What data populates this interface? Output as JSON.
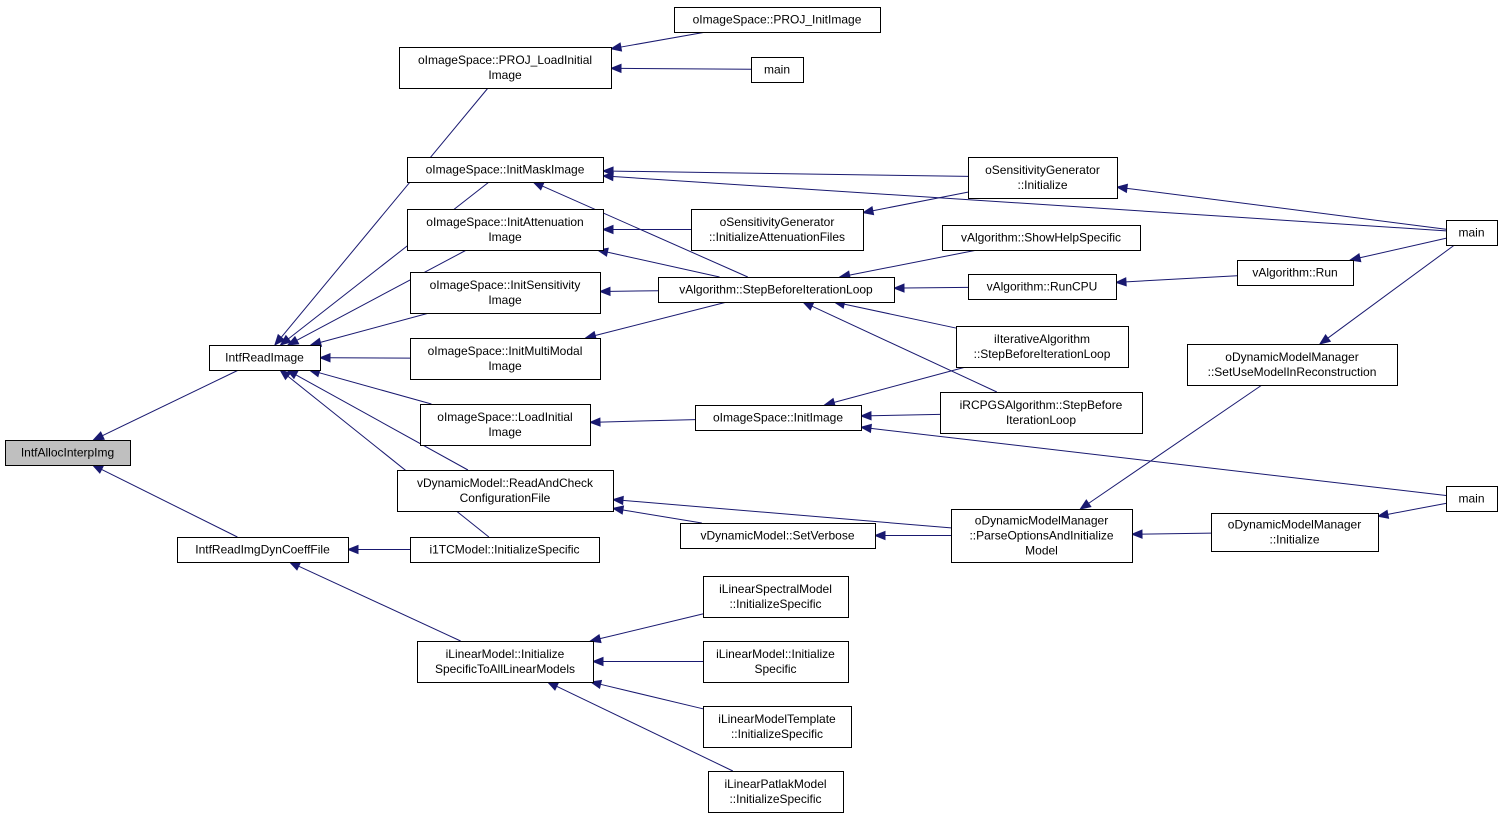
{
  "colors": {
    "edge": "#191970",
    "root_fill": "#bfbfbf",
    "node_fill": "#ffffff",
    "node_border": "#000000"
  },
  "nodes": [
    {
      "id": "n0",
      "name": "node-intfallocinterpimg",
      "lines": [
        "IntfAllocInterpImg"
      ],
      "root": true
    },
    {
      "id": "n1",
      "name": "node-intfreadimage",
      "lines": [
        "IntfReadImage"
      ]
    },
    {
      "id": "n2",
      "name": "node-intfreadimgdyncoefffile",
      "lines": [
        "IntfReadImgDynCoeffFile"
      ]
    },
    {
      "id": "n3",
      "name": "node-oimagespace-proj-loadinitialimage",
      "lines": [
        "oImageSpace::PROJ_LoadInitial",
        "Image"
      ]
    },
    {
      "id": "n4",
      "name": "node-oimagespace-initmaskimage",
      "lines": [
        "oImageSpace::InitMaskImage"
      ]
    },
    {
      "id": "n5",
      "name": "node-oimagespace-initattenuationimage",
      "lines": [
        "oImageSpace::InitAttenuation",
        "Image"
      ]
    },
    {
      "id": "n6",
      "name": "node-oimagespace-initsensitivityimage",
      "lines": [
        "oImageSpace::InitSensitivity",
        "Image"
      ]
    },
    {
      "id": "n7",
      "name": "node-oimagespace-initmultimodalimage",
      "lines": [
        "oImageSpace::InitMultiModal",
        "Image"
      ]
    },
    {
      "id": "n8",
      "name": "node-oimagespace-loadinitialimage",
      "lines": [
        "oImageSpace::LoadInitial",
        "Image"
      ]
    },
    {
      "id": "n9",
      "name": "node-vdynamicmodel-readandcheckconfigurationfile",
      "lines": [
        "vDynamicModel::ReadAndCheck",
        "ConfigurationFile"
      ]
    },
    {
      "id": "n10",
      "name": "node-i1tcmodel-initializespecific",
      "lines": [
        "i1TCModel::InitializeSpecific"
      ]
    },
    {
      "id": "n11",
      "name": "node-ilinearmodel-initializespecifictoalllinearmodels",
      "lines": [
        "iLinearModel::Initialize",
        "SpecificToAllLinearModels"
      ]
    },
    {
      "id": "n12",
      "name": "node-oimagespace-proj-initimage",
      "lines": [
        "oImageSpace::PROJ_InitImage"
      ]
    },
    {
      "id": "n13",
      "name": "node-main-1",
      "lines": [
        "main"
      ]
    },
    {
      "id": "n14",
      "name": "node-osensitivitygenerator-initializeattenuationfiles",
      "lines": [
        "oSensitivityGenerator",
        "::InitializeAttenuationFiles"
      ]
    },
    {
      "id": "n15",
      "name": "node-valgorithm-stepbeforeiterationloop",
      "lines": [
        "vAlgorithm::StepBeforeIterationLoop"
      ]
    },
    {
      "id": "n16",
      "name": "node-oimagespace-initimage",
      "lines": [
        "oImageSpace::InitImage"
      ]
    },
    {
      "id": "n17",
      "name": "node-vdynamicmodel-setverbose",
      "lines": [
        "vDynamicModel::SetVerbose"
      ]
    },
    {
      "id": "n18",
      "name": "node-ilinearspectralmodel-initializespecific",
      "lines": [
        "iLinearSpectralModel",
        "::InitializeSpecific"
      ]
    },
    {
      "id": "n19",
      "name": "node-ilinearmodel-initializespecific",
      "lines": [
        "iLinearModel::Initialize",
        "Specific"
      ]
    },
    {
      "id": "n20",
      "name": "node-ilinearmodeltemplate-initializespecific",
      "lines": [
        "iLinearModelTemplate",
        "::InitializeSpecific"
      ]
    },
    {
      "id": "n21",
      "name": "node-ilinearpatlakmodel-initializespecific",
      "lines": [
        "iLinearPatlakModel",
        "::InitializeSpecific"
      ]
    },
    {
      "id": "n22",
      "name": "node-osensitivitygenerator-initialize",
      "lines": [
        "oSensitivityGenerator",
        "::Initialize"
      ]
    },
    {
      "id": "n23",
      "name": "node-valgorithm-showhelpspecific",
      "lines": [
        "vAlgorithm::ShowHelpSpecific"
      ]
    },
    {
      "id": "n24",
      "name": "node-valgorithm-runcpu",
      "lines": [
        "vAlgorithm::RunCPU"
      ]
    },
    {
      "id": "n25",
      "name": "node-iiterativealgorithm-stepbeforeiterationloop",
      "lines": [
        "iIterativeAlgorithm",
        "::StepBeforeIterationLoop"
      ]
    },
    {
      "id": "n26",
      "name": "node-ircpgsalgorithm-stepbeforeiterationloop",
      "lines": [
        "iRCPGSAlgorithm::StepBefore",
        "IterationLoop"
      ]
    },
    {
      "id": "n27",
      "name": "node-odynamicmodelmanager-parseoptionsandinitializemodel",
      "lines": [
        "oDynamicModelManager",
        "::ParseOptionsAndInitialize",
        "Model"
      ]
    },
    {
      "id": "n28",
      "name": "node-valgorithm-run",
      "lines": [
        "vAlgorithm::Run"
      ]
    },
    {
      "id": "n29",
      "name": "node-odynamicmodelmanager-setusemodelinreconstruction",
      "lines": [
        "oDynamicModelManager",
        "::SetUseModelInReconstruction"
      ]
    },
    {
      "id": "n30",
      "name": "node-odynamicmodelmanager-initialize",
      "lines": [
        "oDynamicModelManager",
        "::Initialize"
      ]
    },
    {
      "id": "n31",
      "name": "node-main-2",
      "lines": [
        "main"
      ]
    },
    {
      "id": "n32",
      "name": "node-main-3",
      "lines": [
        "main"
      ]
    }
  ],
  "edges": [
    [
      "n1",
      "n0"
    ],
    [
      "n2",
      "n0"
    ],
    [
      "n3",
      "n1"
    ],
    [
      "n4",
      "n1"
    ],
    [
      "n5",
      "n1"
    ],
    [
      "n6",
      "n1"
    ],
    [
      "n7",
      "n1"
    ],
    [
      "n8",
      "n1"
    ],
    [
      "n9",
      "n1"
    ],
    [
      "n10",
      "n1"
    ],
    [
      "n10",
      "n2"
    ],
    [
      "n11",
      "n2"
    ],
    [
      "n12",
      "n3"
    ],
    [
      "n13",
      "n3"
    ],
    [
      "n14",
      "n5"
    ],
    [
      "n15",
      "n5"
    ],
    [
      "n15",
      "n4"
    ],
    [
      "n22",
      "n4"
    ],
    [
      "n31",
      "n4"
    ],
    [
      "n15",
      "n6"
    ],
    [
      "n15",
      "n7"
    ],
    [
      "n16",
      "n8"
    ],
    [
      "n17",
      "n9"
    ],
    [
      "n27",
      "n9"
    ],
    [
      "n18",
      "n11"
    ],
    [
      "n19",
      "n11"
    ],
    [
      "n20",
      "n11"
    ],
    [
      "n21",
      "n11"
    ],
    [
      "n22",
      "n14"
    ],
    [
      "n23",
      "n15"
    ],
    [
      "n24",
      "n15"
    ],
    [
      "n25",
      "n15"
    ],
    [
      "n26",
      "n15"
    ],
    [
      "n25",
      "n16"
    ],
    [
      "n26",
      "n16"
    ],
    [
      "n32",
      "n16"
    ],
    [
      "n27",
      "n17"
    ],
    [
      "n31",
      "n22"
    ],
    [
      "n28",
      "n24"
    ],
    [
      "n31",
      "n28"
    ],
    [
      "n31",
      "n29"
    ],
    [
      "n29",
      "n27"
    ],
    [
      "n30",
      "n27"
    ],
    [
      "n32",
      "n30"
    ]
  ]
}
